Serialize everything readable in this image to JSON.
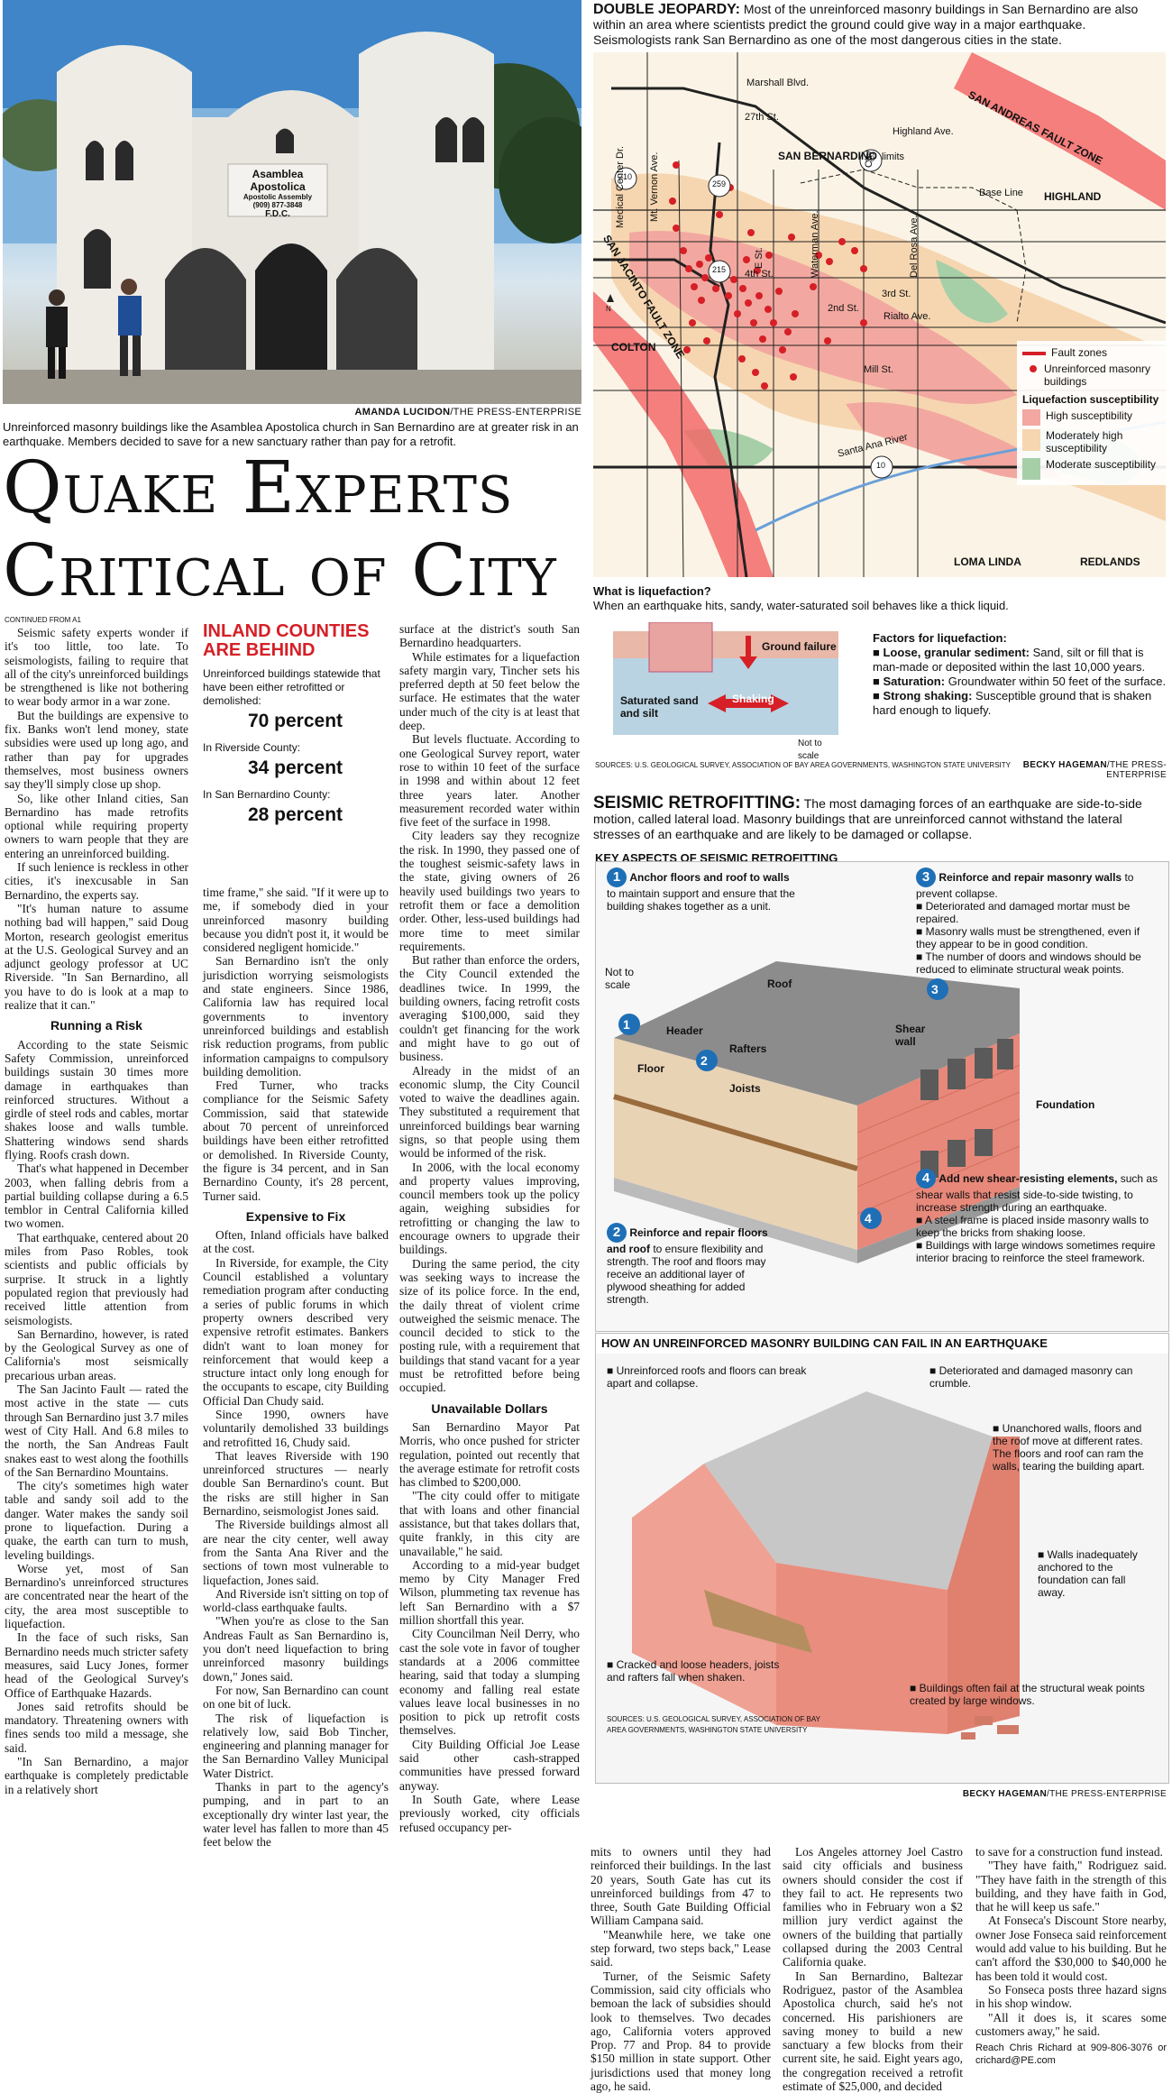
{
  "photo": {
    "sign_lines": [
      "Asamblea Apostolica",
      "Apostolic Assembly",
      "(909) 877-3848",
      "F.D.C."
    ],
    "credit_name": "AMANDA LUCIDON",
    "credit_org": "/THE PRESS-ENTERPRISE",
    "caption": "Unreinforced masonry buildings like the Asamblea Apostolica church in San Bernardino are at greater risk in an earthquake. Members decided to save for a new sanctuary rather than pay for a retrofit."
  },
  "headline": {
    "line1": "Quake Experts",
    "line2": "Critical of City"
  },
  "continued": "CONTINUED FROM A1",
  "sidebar": {
    "title": "INLAND COUNTIES ARE BEHIND",
    "items": [
      {
        "label": "Unreinforced buildings statewide that have been either retrofitted or demolished:",
        "value": "70 percent"
      },
      {
        "label": "In Riverside County:",
        "value": "34 percent"
      },
      {
        "label": "In San Bernardino County:",
        "value": "28 percent"
      }
    ]
  },
  "article": {
    "col1": [
      "Seismic safety experts wonder if it's too little, too late. To seismologists, failing to require that all of the city's unreinforced buildings be strengthened is like not bothering to wear body armor in a war zone.",
      "But the buildings are expensive to fix. Banks won't lend money, state subsidies were used up long ago, and rather than pay for upgrades themselves, most business owners say they'll simply close up shop.",
      "So, like other Inland cities, San Bernardino has made retrofits optional while requiring property owners to warn people that they are entering an unreinforced building.",
      "If such lenience is reckless in other cities, it's inexcusable in San Bernardino, the experts say.",
      "\"It's human nature to assume nothing bad will happen,\" said Doug Morton, research geologist emeritus at the U.S. Geological Survey and an adjunct geology professor at UC Riverside. \"In San Bernardino, all you have to do is look at a map to realize that it can.\""
    ],
    "sub1": "Running a Risk",
    "col1b": [
      "According to the state Seismic Safety Commission, unreinforced buildings sustain 30 times more damage in earthquakes than reinforced structures. Without a girdle of steel rods and cables, mortar shakes loose and walls tumble. Shattering windows send shards flying. Roofs crash down.",
      "That's what happened in December 2003, when falling debris from a partial building collapse during a 6.5 temblor in Central California killed two women.",
      "That earthquake, centered about 20 miles from Paso Robles, took scientists and public officials by surprise. It struck in a lightly populated region that previously had received little attention from seismologists.",
      "San Bernardino, however, is rated by the Geological Survey as one of California's most seismically precarious urban areas.",
      "The San Jacinto Fault — rated the most active in the state — cuts through San Bernardino just 3.7 miles west of City Hall. And 6.8 miles to the north, the San Andreas Fault snakes east to west along the foothills of the San Bernardino Mountains.",
      "The city's sometimes high water table and sandy soil add to the danger. Water makes the sandy soil prone to liquefaction. During a quake, the earth can turn to mush, leveling buildings.",
      "Worse yet, most of San Bernardino's unreinforced structures are concentrated near the heart of the city, the area most susceptible to liquefaction.",
      "In the face of such risks, San Bernardino needs much stricter safety measures, said Lucy Jones, former head of the Geological Survey's Office of Earthquake Hazards.",
      "Jones said retrofits should be mandatory. Threatening owners with fines sends too mild a message, she said.",
      "\"In San Bernardino, a major earthquake is completely predictable in a relatively short"
    ],
    "col2": [
      "time frame,\" she said. \"If it were up to me, if somebody died in your unreinforced masonry building because you didn't post it, it would be considered negligent homicide.\"",
      "San Bernardino isn't the only jurisdiction worrying seismologists and state engineers. Since 1986, California law has required local governments to inventory unreinforced buildings and establish risk reduction programs, from public information campaigns to compulsory building demolition.",
      "Fred Turner, who tracks compliance for the Seismic Safety Commission, said that statewide about 70 percent of unreinforced buildings have been either retrofitted or demolished. In Riverside County, the figure is 34 percent, and in San Bernardino County, it's 28 percent, Turner said."
    ],
    "sub2": "Expensive to Fix",
    "col2b": [
      "Often, Inland officials have balked at the cost.",
      "In Riverside, for example, the City Council established a voluntary remediation program after conducting a series of public forums in which property owners described very expensive retrofit estimates. Bankers didn't want to loan money for reinforcement that would keep a structure intact only long enough for the occupants to escape, city Building Official Dan Chudy said.",
      "Since 1990, owners have voluntarily demolished 33 buildings and retrofitted 16, Chudy said.",
      "That leaves Riverside with 190 unreinforced structures — nearly double San Bernardino's count. But the risks are still higher in San Bernardino, seismologist Jones said.",
      "The Riverside buildings almost all are near the city center, well away from the Santa Ana River and the sections of town most vulnerable to liquefaction, Jones said.",
      "And Riverside isn't sitting on top of world-class earthquake faults.",
      "\"When you're as close to the San Andreas Fault as San Bernardino is, you don't need liquefaction to bring unreinforced masonry buildings down,\" Jones said.",
      "For now, San Bernardino can count on one bit of luck.",
      "The risk of liquefaction is relatively low, said Bob Tincher, engineering and planning manager for the San Bernardino Valley Municipal Water District.",
      "Thanks in part to the agency's pumping, and in part to an exceptionally dry winter last year, the water level has fallen to more than 45 feet below the"
    ],
    "col3": [
      "surface at the district's south San Bernardino headquarters.",
      "While estimates for a liquefaction safety margin vary, Tincher sets his preferred depth at 50 feet below the surface. He estimates that the water under much of the city is at least that deep.",
      "But levels fluctuate. According to one Geological Survey report, water rose to within 10 feet of the surface in 1998 and within about 12 feet three years later. Another measurement recorded water within five feet of the surface in 1998.",
      "City leaders say they recognize the risk. In 1990, they passed one of the toughest seismic-safety laws in the state, giving owners of 26 heavily used buildings two years to retrofit them or face a demolition order. Other, less-used buildings had more time to meet similar requirements.",
      "But rather than enforce the orders, the City Council extended the deadlines twice. In 1999, the building owners, facing retrofit costs averaging $100,000, said they couldn't get financing for the work and might have to go out of business.",
      "Already in the midst of an economic slump, the City Council voted to waive the deadlines again. They substituted a requirement that unreinforced buildings bear warning signs, so that people using them would be informed of the risk.",
      "In 2006, with the local economy and property values improving, council members took up the policy again, weighing subsidies for retrofitting or changing the law to encourage owners to upgrade their buildings.",
      "During the same period, the city was seeking ways to increase the size of its police force. In the end, the daily threat of violent crime outweighed the seismic menace. The council decided to stick to the posting rule, with a requirement that buildings that stand vacant for a year must be retrofitted before being occupied."
    ],
    "sub3": "Unavailable Dollars",
    "col3b": [
      "San Bernardino Mayor Pat Morris, who once pushed for stricter regulation, pointed out recently that the average estimate for retrofit costs has climbed to $200,000.",
      "\"The city could offer to mitigate that with loans and other financial assistance, but that takes dollars that, quite frankly, in this city are unavailable,\" he said.",
      "According to a mid-year budget memo by City Manager Fred Wilson, plummeting tax revenue has left San Bernardino with a $7 million shortfall this year.",
      "City Councilman Neil Derry, who cast the sole vote in favor of tougher standards at a 2006 committee hearing, said that today a slumping economy and falling real estate values leave local businesses in no position to pick up retrofit costs themselves.",
      "City Building Official Joe Lease said other cash-strapped communities have pressed forward anyway.",
      "In South Gate, where Lease previously worked, city officials refused occupancy per-"
    ],
    "col4": [
      "mits to owners until they had reinforced their buildings. In the last 20 years, South Gate has cut its unreinforced buildings from 47 to three, South Gate Building Official William Campana said.",
      "\"Meanwhile here, we take one step forward, two steps back,\" Lease said.",
      "Turner, of the Seismic Safety Commission, said city officials who bemoan the lack of subsidies should look to themselves. Two decades ago, California voters approved Prop. 77 and Prop. 84 to provide $150 million in state support. Other jurisdictions used that money long ago, he said."
    ],
    "col5": [
      "Los Angeles attorney Joel Castro said city officials and business owners should consider the cost if they fail to act. He represents two families who in February won a $2 million jury verdict against the owners of the building that partially collapsed during the 2003 Central California quake.",
      "In San Bernardino, Baltezar Rodriguez, pastor of the Asamblea Apostolica church, said he's not concerned. His parishioners are saving money to build a new sanctuary a few blocks from their current site, he said. Eight years ago, the congregation received a retrofit estimate of $25,000, and decided"
    ],
    "col6": [
      "to save for a construction fund instead.",
      "\"They have faith,\" Rodriguez said. \"They have faith in the strength of this building, and they have faith in God, that he will keep us safe.\"",
      "At Fonseca's Discount Store nearby, owner Jose Fonseca said reinforcement would add value to his building. But he can't afford the $30,000 to $40,000 he has been told it would cost.",
      "So Fonseca posts three hazard signs in his shop window.",
      "\"All it does is, it scares some customers away,\" he said."
    ],
    "contact": "Reach Chris Richard at 909-806-3076 or crichard@PE.com"
  },
  "map": {
    "title": "DOUBLE JEOPARDY:",
    "intro": "Most of the unreinforced masonry buildings in San Bernardino are also within an area where scientists predict the ground could give way in a major earthquake. Seismologists rank San Bernardino as one of the most dangerous cities in the state.",
    "labels": {
      "san_andreas": "SAN ANDREAS FAULT ZONE",
      "san_jacinto": "SAN JACINTO FAULT ZONE",
      "marshall": "Marshall Blvd.",
      "st27": "27th St.",
      "highland_ave": "Highland Ave.",
      "san_bernardino": "SAN BERNARDINO",
      "limits": "limits",
      "city": "City",
      "base_line": "Base Line",
      "highland": "HIGHLAND",
      "medical": "Medical Center Dr.",
      "mt_vernon": "Mt. Vernon Ave.",
      "e_st": "E St.",
      "waterman": "Waterman Ave.",
      "del_rosa": "Del Rosa Ave.",
      "st4": "4th St.",
      "st2": "2nd St.",
      "st3": "3rd St.",
      "rialto": "Rialto Ave.",
      "mill": "Mill St.",
      "colton": "COLTON",
      "santa_ana": "Santa Ana River",
      "loma_linda": "LOMA LINDA",
      "redlands": "REDLANDS",
      "north": "N",
      "hwy210": "210",
      "hwy259": "259",
      "hwy30": "30",
      "hwy215": "215",
      "hwy10": "10"
    },
    "legend": {
      "fault": "Fault zones",
      "urm": "Unreinforced masonry buildings",
      "susc_title": "Liquefaction susceptibility",
      "high": "High susceptibility",
      "mod_high": "Moderately high susceptibility",
      "moderate": "Moderate susceptibility"
    },
    "colors": {
      "fault": "#d61f26",
      "high": "#f2a8a0",
      "mod_high": "#f6d6b0",
      "moderate": "#a6cfa8",
      "dot": "#d61f26"
    }
  },
  "liquefaction": {
    "title": "What is liquefaction?",
    "desc": "When an earthquake hits, sandy, water-saturated soil behaves like a thick liquid.",
    "ground_failure": "Ground failure",
    "saturated": "Saturated sand and silt",
    "shaking": "Shaking",
    "not_to_scale": "Not to scale",
    "factors_title": "Factors for liquefaction:",
    "factors": [
      {
        "bold": "Loose, granular sediment:",
        "text": "Sand, silt or fill that is man-made or deposited within the last 10,000 years."
      },
      {
        "bold": "Saturation:",
        "text": "Groundwater within 50 feet of the surface."
      },
      {
        "bold": "Strong shaking:",
        "text": "Susceptible ground that is shaken hard enough to liquefy."
      }
    ],
    "sources": "SOURCES: U.S. GEOLOGICAL SURVEY, ASSOCIATION OF BAY AREA GOVERNMENTS, WASHINGTON STATE UNIVERSITY",
    "credit_name": "BECKY HAGEMAN",
    "credit_org": "/THE PRESS-ENTERPRISE"
  },
  "retrofit": {
    "title": "SEISMIC RETROFITTING:",
    "intro": "The most damaging forces of an earthquake are side-to-side motion, called lateral load. Masonry buildings that are unreinforced cannot withstand the lateral stresses of an earthquake and are likely to be damaged or collapse.",
    "key_title": "KEY ASPECTS OF SEISMIC RETROFITTING",
    "n1_bold": "Anchor floors and roof to walls",
    "n1_text": "to maintain support and ensure that the building shakes together as a unit.",
    "n2_bold": "Reinforce and repair floors and roof",
    "n2_text": "to ensure flexibility and strength. The roof and floors may receive an additional layer of plywood sheathing for added strength.",
    "n3_bold": "Reinforce and repair masonry walls",
    "n3_text": "to prevent collapse.",
    "n3_bullets": [
      "Deteriorated and damaged mortar must be repaired.",
      "Masonry walls must be strengthened, even if they appear to be in good condition.",
      "The number of doors and windows should be reduced to eliminate structural weak points."
    ],
    "n4_bold": "Add new shear-resisting elements,",
    "n4_text": "such as shear walls that resist side-to-side twisting, to increase strength during an earthquake.",
    "n4_bullets": [
      "A steel frame is placed inside masonry walls to keep the bricks from shaking loose.",
      "Buildings with large windows sometimes require interior bracing to reinforce the steel framework."
    ],
    "labels": {
      "not_to_scale": "Not to scale",
      "roof": "Roof",
      "header": "Header",
      "rafters": "Rafters",
      "floor": "Floor",
      "joists": "Joists",
      "shear_wall": "Shear wall",
      "foundation": "Foundation"
    },
    "numbers": [
      "1",
      "2",
      "3",
      "4"
    ],
    "fail_title": "HOW AN UNREINFORCED MASONRY BUILDING CAN FAIL IN AN EARTHQUAKE",
    "fail": {
      "f1": "Unreinforced roofs and floors can break apart and collapse.",
      "f2": "Deteriorated and damaged masonry can crumble.",
      "f3": "Unanchored walls, floors and the roof move at different rates. The floors and roof can ram the walls, tearing the building apart.",
      "f4": "Walls inadequately anchored to the foundation can fall away.",
      "f5": "Cracked and loose headers, joists and rafters fall when shaken.",
      "f6": "Buildings often fail at the structural weak points created by large windows."
    },
    "sources": "SOURCES: U.S. GEOLOGICAL SURVEY, ASSOCIATION OF BAY AREA GOVERNMENTS, WASHINGTON STATE UNIVERSITY",
    "credit_name": "BECKY HAGEMAN",
    "credit_org": "/THE PRESS-ENTERPRISE"
  }
}
